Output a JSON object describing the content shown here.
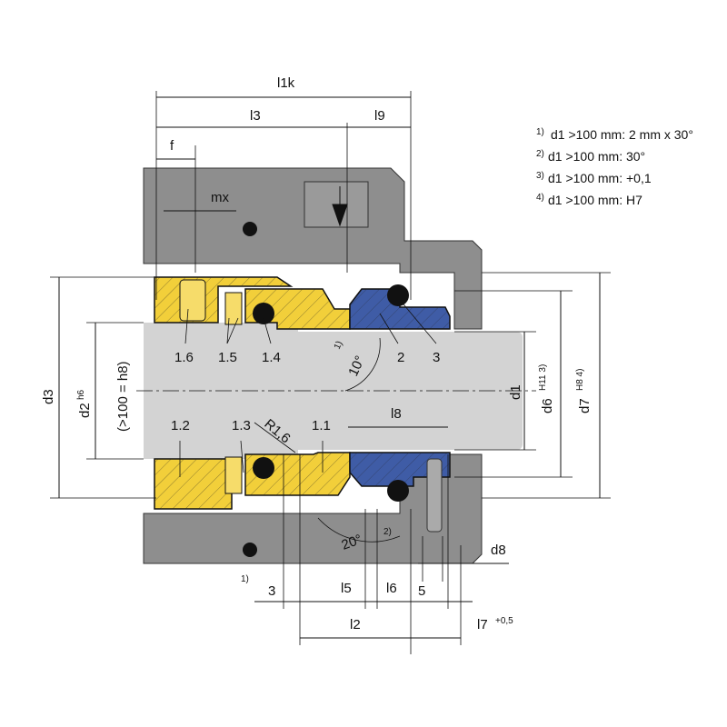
{
  "title": "Mechanical seal sectional drawing",
  "colors": {
    "housing": "#8e8e8e",
    "shaft": "#d3d3d3",
    "yellow": "#f2cf3a",
    "blue": "#3f5ca6",
    "oring": "#111111"
  },
  "notes": [
    {
      "mark": "1)",
      "text": "d1 >100 mm: 2 mm x 30°"
    },
    {
      "mark": "2)",
      "text": "d1 >100 mm: 30°"
    },
    {
      "mark": "3)",
      "text": "d1 >100 mm: +0,1"
    },
    {
      "mark": "4)",
      "text": "d1 >100 mm: H7"
    }
  ],
  "dimensions": {
    "l1k": "l1k",
    "l3": "l3",
    "l9": "l9",
    "f": "f",
    "mx": "mx",
    "l8": "l8",
    "l2": "l2",
    "l5": "l5",
    "l6": "l6",
    "l7": "l7",
    "l7_tol": "+0,5",
    "three": "3",
    "five": "5",
    "d8": "d8",
    "d1": "d1",
    "d6": "d6",
    "d6_tol": "H11 3)",
    "d7": "d7",
    "d7_tol": "H8 4)",
    "d3": "d3",
    "d2": "d2",
    "d2_tol": "h6",
    "d2_note": "(>100 = h8)",
    "r16": "R1,6",
    "angle10": "10°",
    "angle20": "20°",
    "ref1": "1)",
    "ref2": "2)",
    "ref1b": "1)"
  },
  "parts": [
    "1.6",
    "1.5",
    "1.4",
    "2",
    "3",
    "1.2",
    "1.3",
    "1.1"
  ]
}
